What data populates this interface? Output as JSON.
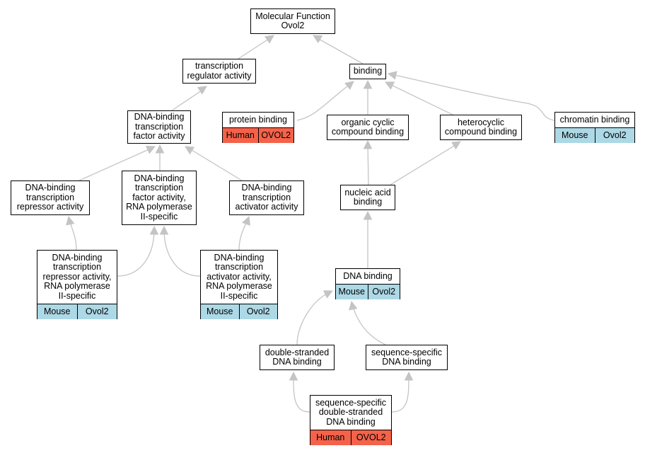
{
  "species_colors": {
    "Mouse": "#add8e6",
    "Human": "#f4624a"
  },
  "edge_color": "#c4c4c4",
  "nodes": {
    "mf": {
      "label": "Molecular Function\nOvol2"
    },
    "tra": {
      "label": "transcription\nregulator activity"
    },
    "binding": {
      "label": "binding"
    },
    "dbtfa": {
      "label": "DNA-binding\ntranscription\nfactor activity"
    },
    "protein_binding": {
      "label": "protein binding",
      "annotation": {
        "species": "Human",
        "gene": "OVOL2"
      }
    },
    "ocb": {
      "label": "organic cyclic\ncompound binding"
    },
    "hcb": {
      "label": "heterocyclic\ncompound binding"
    },
    "chromatin": {
      "label": "chromatin binding",
      "annotation": {
        "species": "Mouse",
        "gene": "Ovol2"
      }
    },
    "rep": {
      "label": "DNA-binding\ntranscription\nrepressor activity"
    },
    "pol2": {
      "label": "DNA-binding\ntranscription\nfactor activity,\nRNA polymerase\nII-specific"
    },
    "act": {
      "label": "DNA-binding\ntranscription\nactivator activity"
    },
    "nab": {
      "label": "nucleic acid\nbinding"
    },
    "rep2": {
      "label": "DNA-binding\ntranscription\nrepressor activity,\nRNA polymerase\nII-specific",
      "annotation": {
        "species": "Mouse",
        "gene": "Ovol2"
      }
    },
    "act2": {
      "label": "DNA-binding\ntranscription\nactivator activity,\nRNA polymerase\nII-specific",
      "annotation": {
        "species": "Mouse",
        "gene": "Ovol2"
      }
    },
    "dnab": {
      "label": "DNA binding",
      "annotation": {
        "species": "Mouse",
        "gene": "Ovol2"
      }
    },
    "dsdna": {
      "label": "double-stranded\nDNA binding"
    },
    "ssdna": {
      "label": "sequence-specific\nDNA binding"
    },
    "ssds": {
      "label": "sequence-specific\ndouble-stranded\nDNA binding",
      "annotation": {
        "species": "Human",
        "gene": "OVOL2"
      }
    }
  },
  "edges": [
    {
      "from": "tra",
      "to": "mf"
    },
    {
      "from": "binding",
      "to": "mf"
    },
    {
      "from": "dbtfa",
      "to": "tra"
    },
    {
      "from": "protein_binding",
      "to": "binding"
    },
    {
      "from": "ocb",
      "to": "binding"
    },
    {
      "from": "hcb",
      "to": "binding"
    },
    {
      "from": "chromatin",
      "to": "binding"
    },
    {
      "from": "rep",
      "to": "dbtfa"
    },
    {
      "from": "pol2",
      "to": "dbtfa"
    },
    {
      "from": "act",
      "to": "dbtfa"
    },
    {
      "from": "nab",
      "to": "ocb"
    },
    {
      "from": "nab",
      "to": "hcb"
    },
    {
      "from": "rep2",
      "to": "rep"
    },
    {
      "from": "rep2",
      "to": "pol2"
    },
    {
      "from": "act2",
      "to": "pol2"
    },
    {
      "from": "act2",
      "to": "act"
    },
    {
      "from": "dnab",
      "to": "nab"
    },
    {
      "from": "dsdna",
      "to": "dnab"
    },
    {
      "from": "ssdna",
      "to": "dnab"
    },
    {
      "from": "ssds",
      "to": "dsdna"
    },
    {
      "from": "ssds",
      "to": "ssdna"
    }
  ]
}
